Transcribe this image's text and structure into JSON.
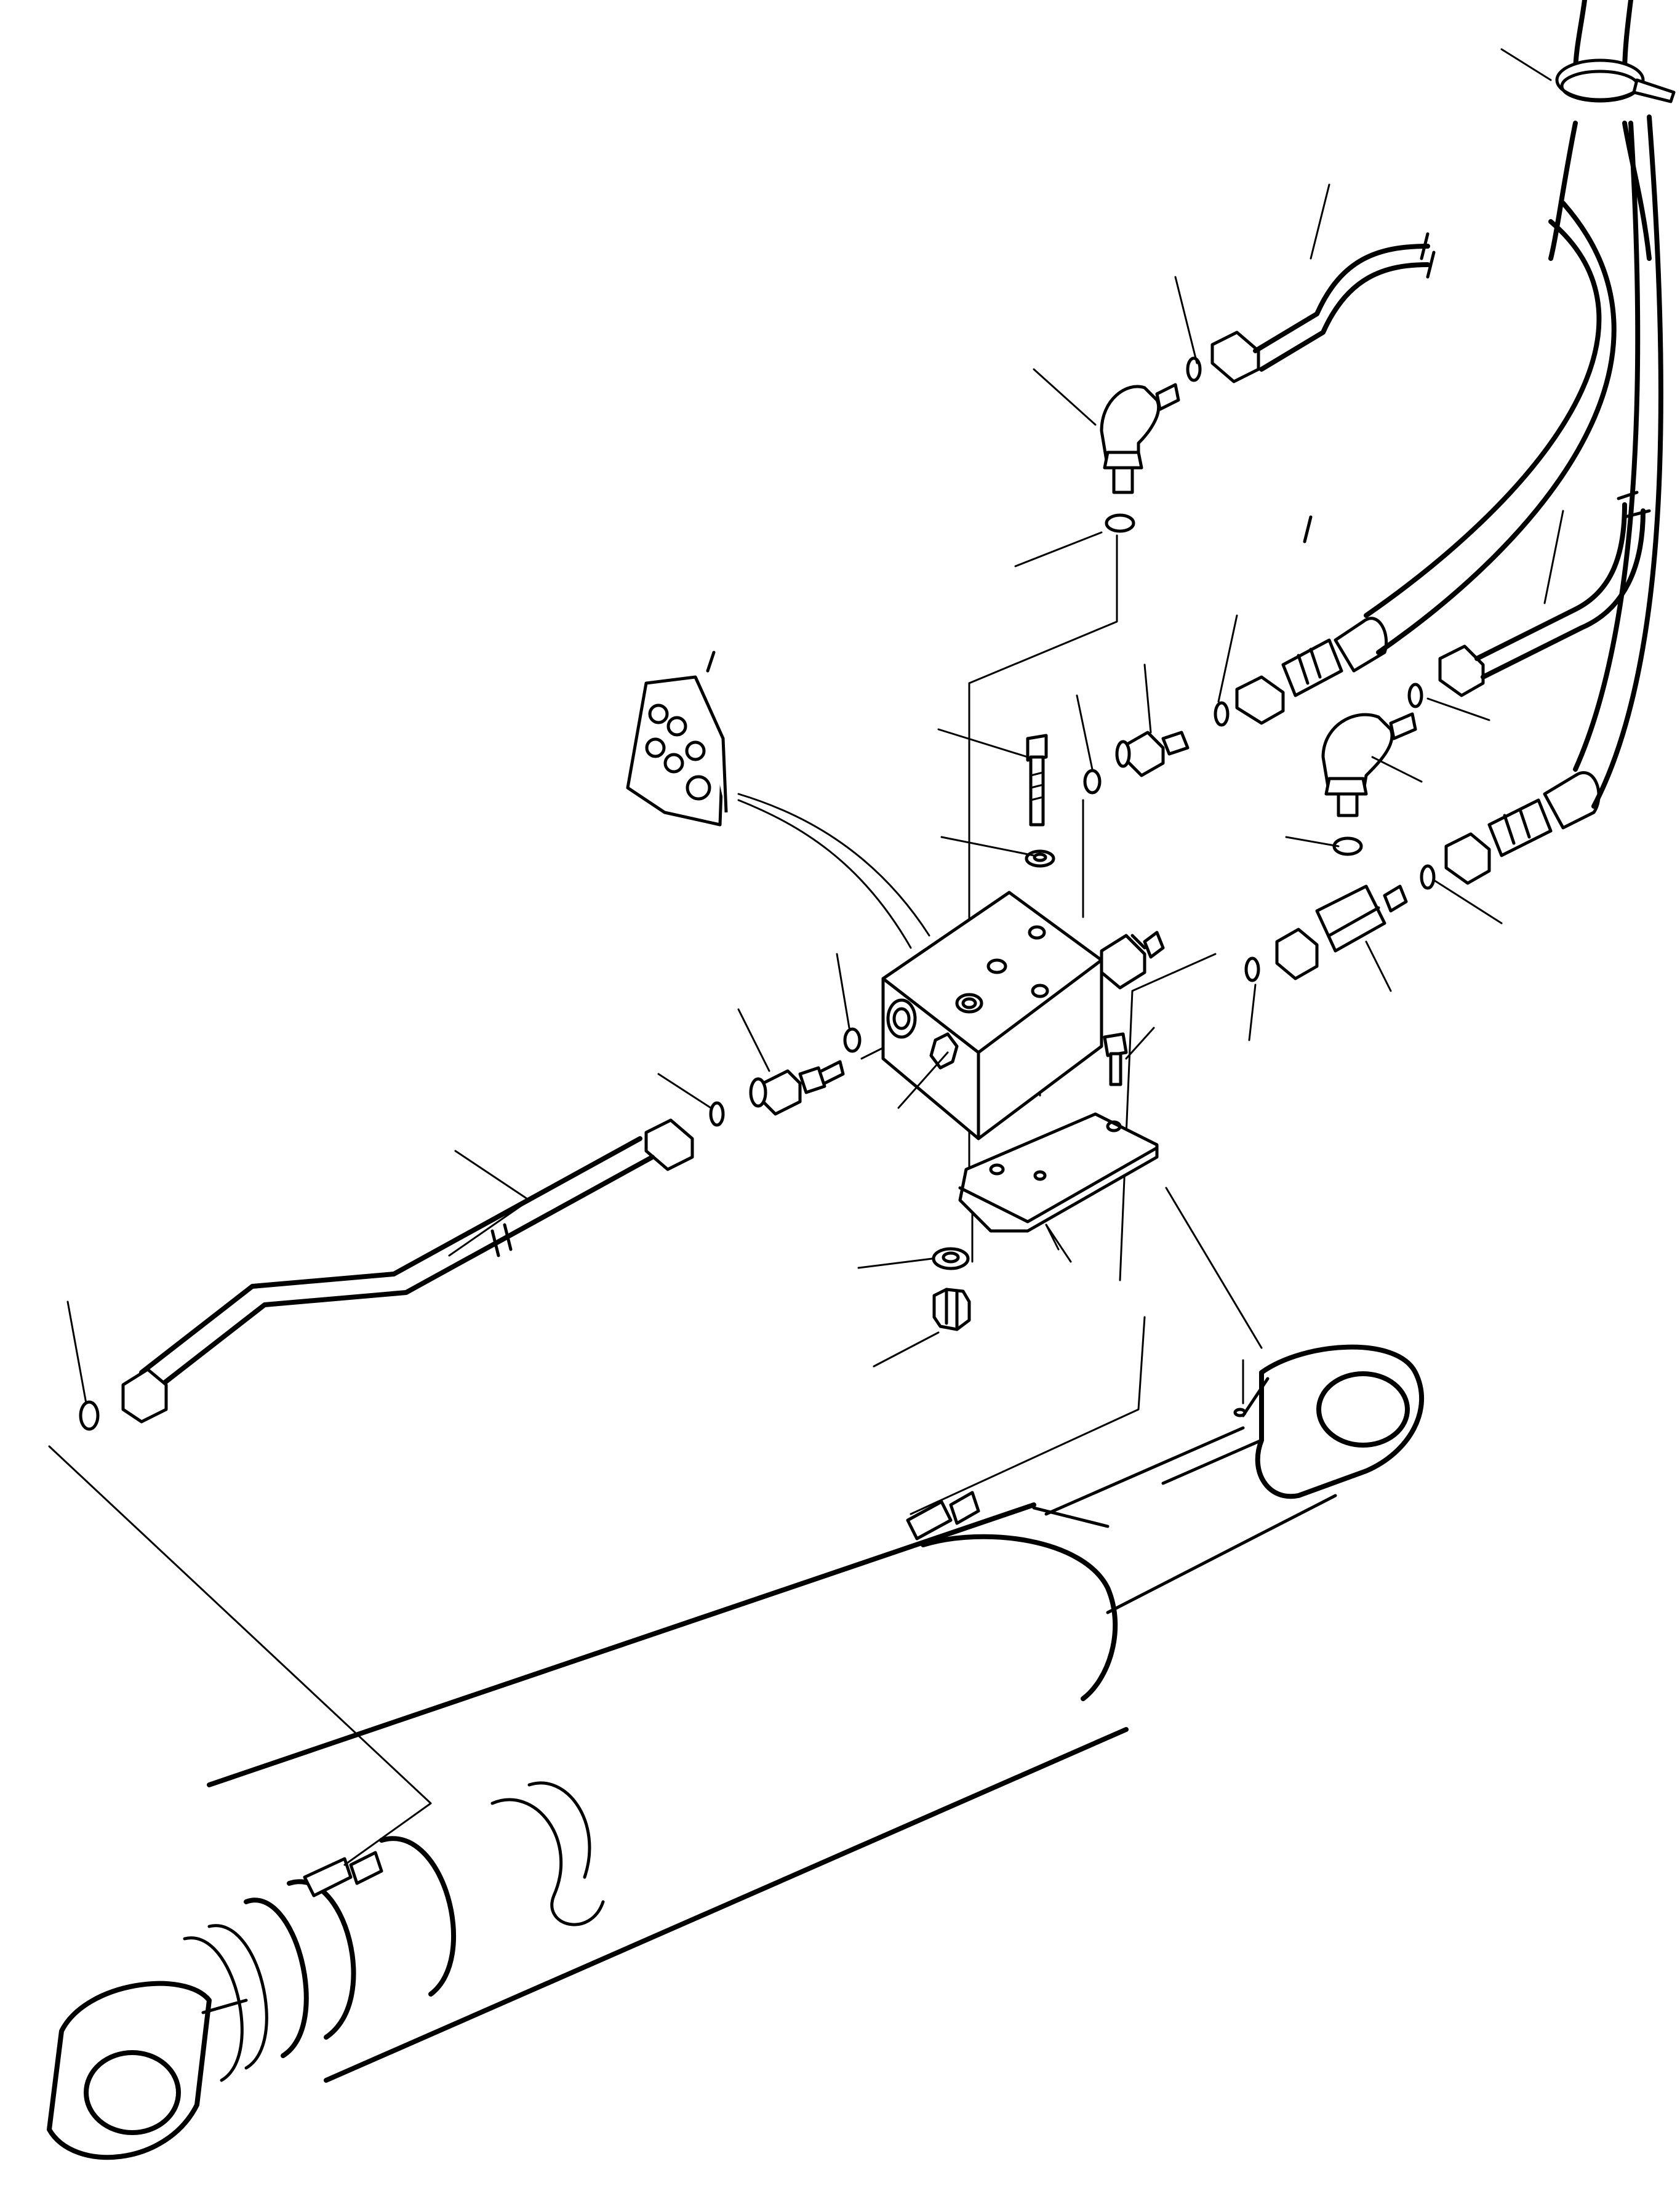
{
  "diagram": {
    "colors": {
      "line": "#000000",
      "background": "#ffffff"
    },
    "parts": [
      "hydraulic-cylinder",
      "valve-block",
      "mounting-bracket",
      "seal-kit",
      "rigid-pipe-lower",
      "rigid-pipe-upper",
      "rigid-pipe-right",
      "hose-upper",
      "hose-lower",
      "elbow-fitting-upper",
      "elbow-fitting-right",
      "straight-adapter-left",
      "straight-adapter-top",
      "check-valve-fitting",
      "bolt-long",
      "bolt-short",
      "plug",
      "hose-clamp"
    ]
  }
}
